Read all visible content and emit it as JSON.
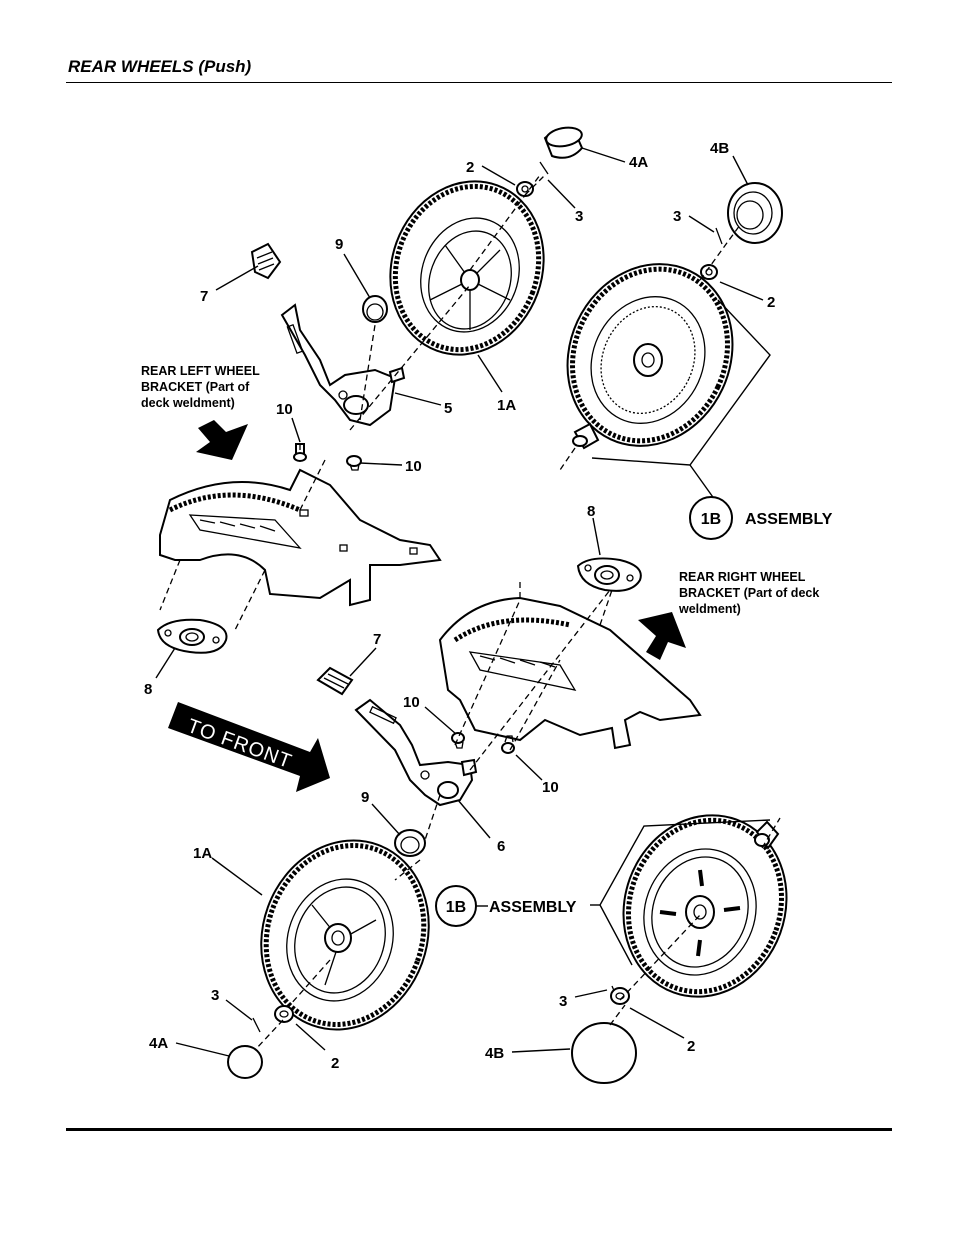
{
  "header": {
    "title": "REAR WHEELS (Push)"
  },
  "callouts": {
    "c1": "2",
    "c2": "3",
    "c3": "4A",
    "c4": "4B",
    "c5": "3",
    "c6": "2",
    "c7": "9",
    "c8": "7",
    "c9": "5",
    "c10": "1A",
    "c11": "10",
    "c12": "10",
    "c13": "8",
    "c14": "8",
    "c15": "7",
    "c16": "10",
    "c17": "10",
    "c18": "6",
    "c19": "9",
    "c20": "1A",
    "c21": "3",
    "c22": "4A",
    "c23": "2",
    "c24": "3",
    "c25": "4B",
    "c26": "2"
  },
  "notes": {
    "left_bracket": [
      "REAR LEFT WHEEL",
      "BRACKET  (Part of",
      "deck weldment)"
    ],
    "right_bracket": [
      "REAR RIGHT WHEEL",
      "BRACKET (Part of deck",
      "weldment)"
    ]
  },
  "assemblies": {
    "upper": {
      "badge": "1B",
      "label": "ASSEMBLY"
    },
    "lower": {
      "badge": "1B",
      "label": "ASSEMBLY"
    }
  },
  "direction": {
    "label": "TO FRONT"
  }
}
